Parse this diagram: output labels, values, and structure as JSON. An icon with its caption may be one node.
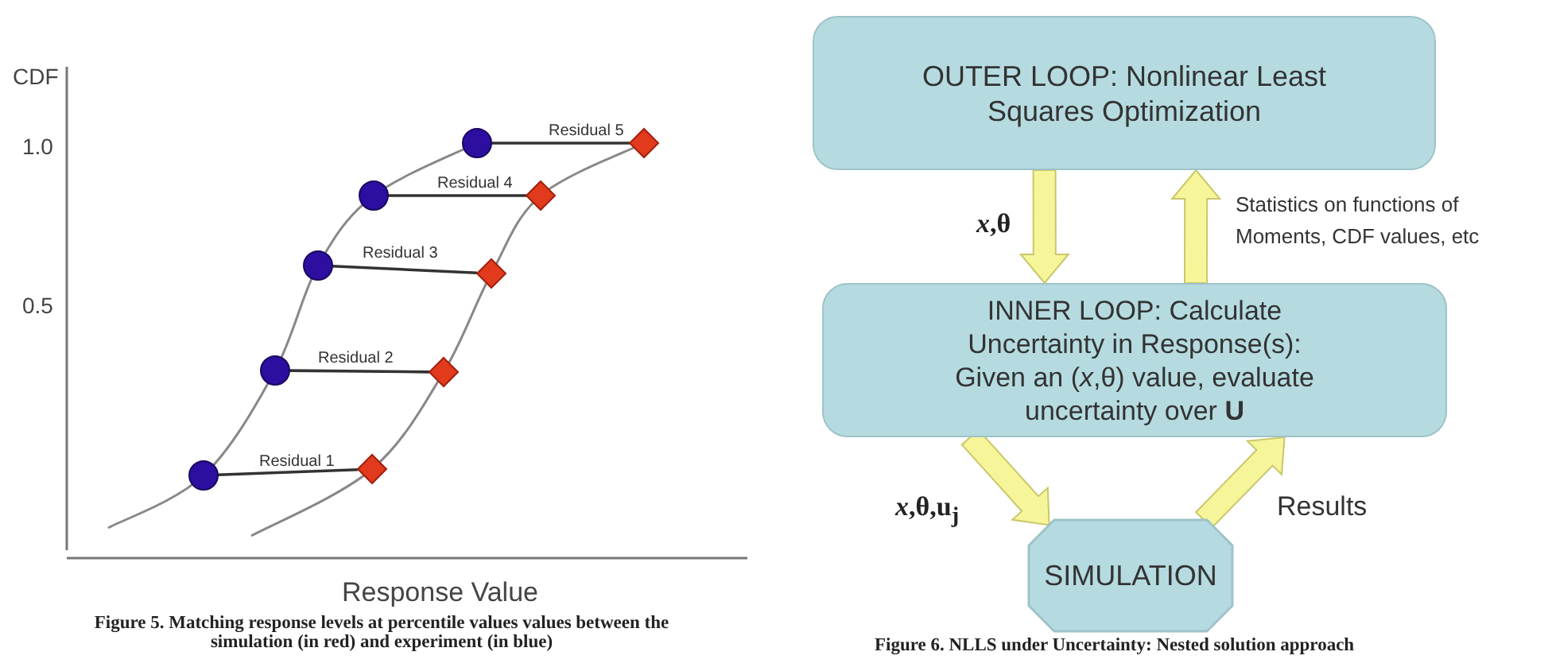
{
  "diagram": {
    "nodes": [
      {
        "text": [],
        "shape": "circle"
      },
      {
        "text": [],
        "shape": "diamond"
      },
      {
        "text": [],
        "shape": "circle"
      },
      {
        "text": [],
        "shape": "diamond"
      },
      {
        "text": [],
        "shape": "circle"
      },
      {
        "text": [],
        "shape": "diamond"
      },
      {
        "text": [],
        "shape": "circle"
      },
      {
        "text": [],
        "shape": "diamond"
      },
      {
        "text": [],
        "shape": "circle"
      },
      {
        "text": [],
        "shape": "diamond"
      },
      {
        "text": [
          "OUTER LOOP: Nonlinear Least Squares Optimization"
        ]
      },
      {
        "text": [
          "INNER LOOP: Calculate Uncertainty in Response(s):",
          "Given an (*x*,θ) value, evaluate uncertainty over **U**"
        ]
      },
      {
        "text": [
          "SIMULATION"
        ]
      }
    ],
    "edges": [
      {
        "from": 0,
        "to": 1,
        "arrow": "none",
        "label": "Residual 5"
      },
      {
        "from": 2,
        "to": 3,
        "arrow": "none",
        "label": "Residual 4"
      },
      {
        "from": 4,
        "to": 5,
        "arrow": "none",
        "label": "Residual 3"
      },
      {
        "from": 6,
        "to": 7,
        "arrow": "none",
        "label": "Residual 2"
      },
      {
        "from": 8,
        "to": 9,
        "arrow": "none",
        "label": "Residual 1"
      },
      {
        "from": 10,
        "to": 11,
        "arrow": "to",
        "label": "*x*,θ"
      },
      {
        "from": 11,
        "to": 10,
        "arrow": "to",
        "label": "Statistics on functions of Moments, CDF values, etc"
      },
      {
        "from": 11,
        "to": 12,
        "arrow": "to",
        "label": "*x*,θ,u$_{j}$"
      },
      {
        "from": 12,
        "to": 11,
        "arrow": "to",
        "label": "Results"
      }
    ],
    "labels": [
      "CDF",
      "1.0",
      "0.5",
      "Response Value",
      "Figure 5. Matching response levels at percentile values values between the simulation (in red) and experiment (in blue)",
      "Figure 6. NLLS under Uncertainty: Nested solution approach"
    ]
  }
}
